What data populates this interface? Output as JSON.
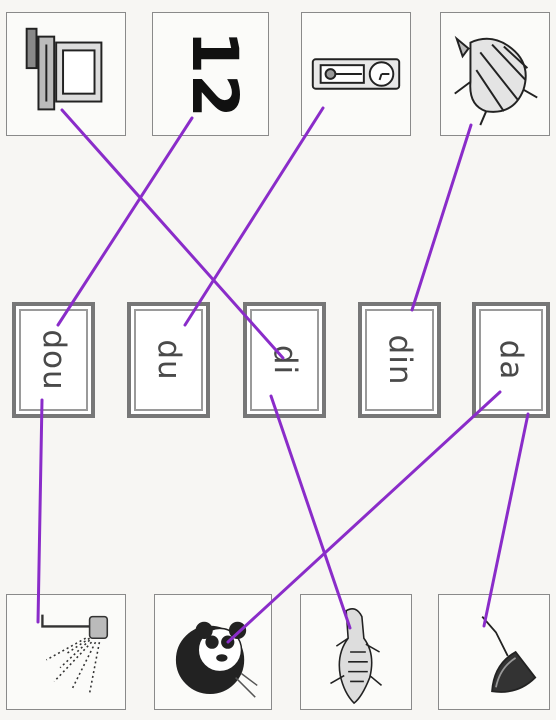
{
  "syllables": {
    "dou": "dou",
    "du": "du",
    "di": "di",
    "din": "din",
    "da": "da"
  },
  "pictures_top": [
    "computer-icon",
    "number-12-icon",
    "clock-icon",
    "dinosaur-icon"
  ],
  "pictures_bottom": [
    "shower-icon",
    "panda-icon",
    "crocodile-icon",
    "iron-icon"
  ],
  "line_color": "#8a2cc9"
}
